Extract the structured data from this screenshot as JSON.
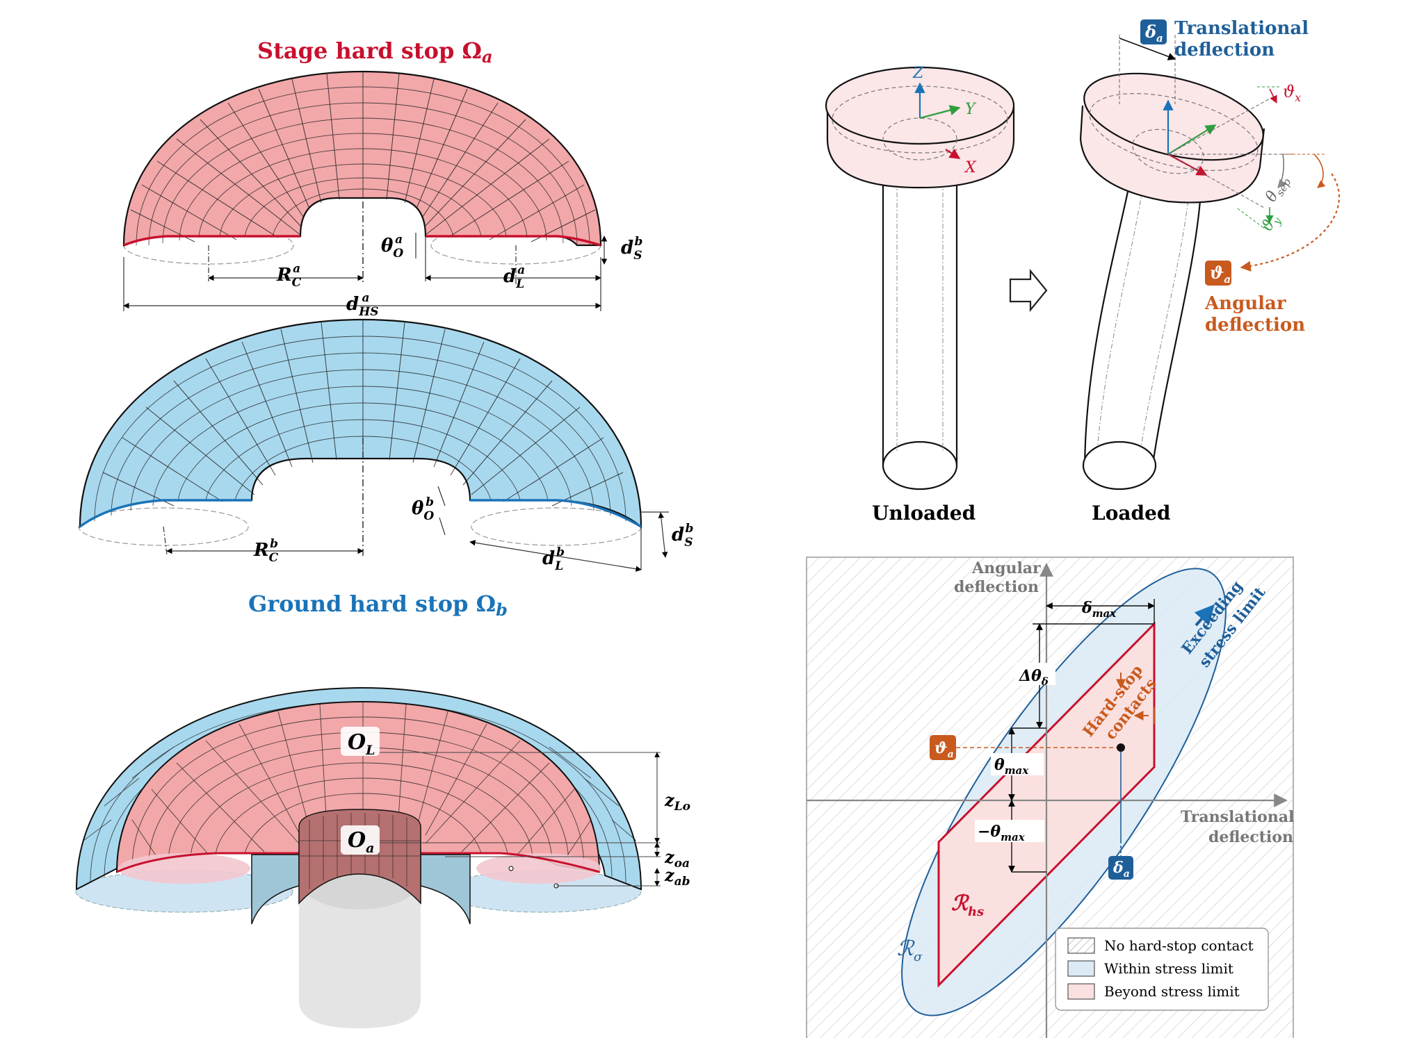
{
  "panel_a": {
    "title_stage": "Stage hard stop Ω",
    "title_stage_sub": "a",
    "title_ground": "Ground hard stop Ω",
    "title_ground_sub": "b",
    "labels": {
      "theta_o_a": "θ",
      "theta_o_a_sub": "O",
      "theta_o_a_sup": "a",
      "d_s_b_top": "d",
      "d_s_b_top_sub": "S",
      "d_s_b_top_sup": "b",
      "r_c_a": "R",
      "r_c_a_sub": "C",
      "r_c_a_sup": "a",
      "d_l_a": "d",
      "d_l_a_sub": "L",
      "d_l_a_sup": "a",
      "d_hs_a": "d",
      "d_hs_a_sub": "HS",
      "d_hs_a_sup": "a",
      "theta_o_b": "θ",
      "theta_o_b_sub": "O",
      "theta_o_b_sup": "b",
      "r_c_b": "R",
      "r_c_b_sub": "C",
      "r_c_b_sup": "b",
      "d_l_b": "d",
      "d_l_b_sub": "L",
      "d_l_b_sup": "b",
      "d_s_b": "d",
      "d_s_b_sub": "S",
      "d_s_b_sup": "b"
    },
    "colors": {
      "stage": "#c8102e",
      "stage_fill": "#f2a7a9",
      "ground": "#1a73b8",
      "ground_fill": "#a8d8ee"
    }
  },
  "panel_b": {
    "o_l": "O",
    "o_l_sub": "L",
    "o_a": "O",
    "o_a_sub": "a",
    "z_lo": "z",
    "z_lo_sub": "Lo",
    "z_oa": "z",
    "z_oa_sub": "oa",
    "z_ab": "z",
    "z_ab_sub": "ab"
  },
  "panel_c": {
    "delta_badge": "δ",
    "delta_badge_sub": "a",
    "translational": "Translational",
    "deflection_1": "deflection",
    "axis_z": "Z",
    "axis_y": "Y",
    "axis_x": "X",
    "vartheta_x": "ϑ",
    "vartheta_x_sub": "x",
    "vartheta_y": "ϑ",
    "vartheta_y_sub": "y",
    "theta_sep": "θ",
    "theta_sep_sub": "sep",
    "vartheta_badge": "ϑ",
    "vartheta_badge_sub": "a",
    "angular": "Angular",
    "deflection_2": "deflection",
    "unloaded": "Unloaded",
    "loaded": "Loaded"
  },
  "panel_d": {
    "y_axis_1": "Angular",
    "y_axis_2": "deflection",
    "x_axis_1": "Translational",
    "x_axis_2": "deflection",
    "delta_max": "δ",
    "delta_max_sub": "max",
    "dtheta": "Δθ",
    "dtheta_sub": "δ",
    "theta_max": "θ",
    "theta_max_sub": "max",
    "neg_theta_max": "−θ",
    "neg_theta_max_sub": "max",
    "vartheta_a": "ϑ",
    "vartheta_a_sub": "a",
    "delta_a": "δ",
    "delta_a_sub": "a",
    "hard_stop_1": "Hard-stop",
    "hard_stop_2": "contacts",
    "exceeding_1": "Exceeding",
    "exceeding_2": "stress limit",
    "r_hs": "ℛ",
    "r_hs_sub": "hs",
    "r_sigma": "ℛ",
    "r_sigma_sub": "σ",
    "legend": [
      {
        "label": "No hard-stop contact",
        "swatch": "hatch"
      },
      {
        "label": "Within stress limit",
        "swatch": "#dbeaf5"
      },
      {
        "label": "Beyond stress limit",
        "swatch": "#fbe0e0"
      }
    ],
    "colors": {
      "rhs": "#c8102e",
      "rsigma": "#1f5f99",
      "orange": "#c85a1e"
    }
  }
}
